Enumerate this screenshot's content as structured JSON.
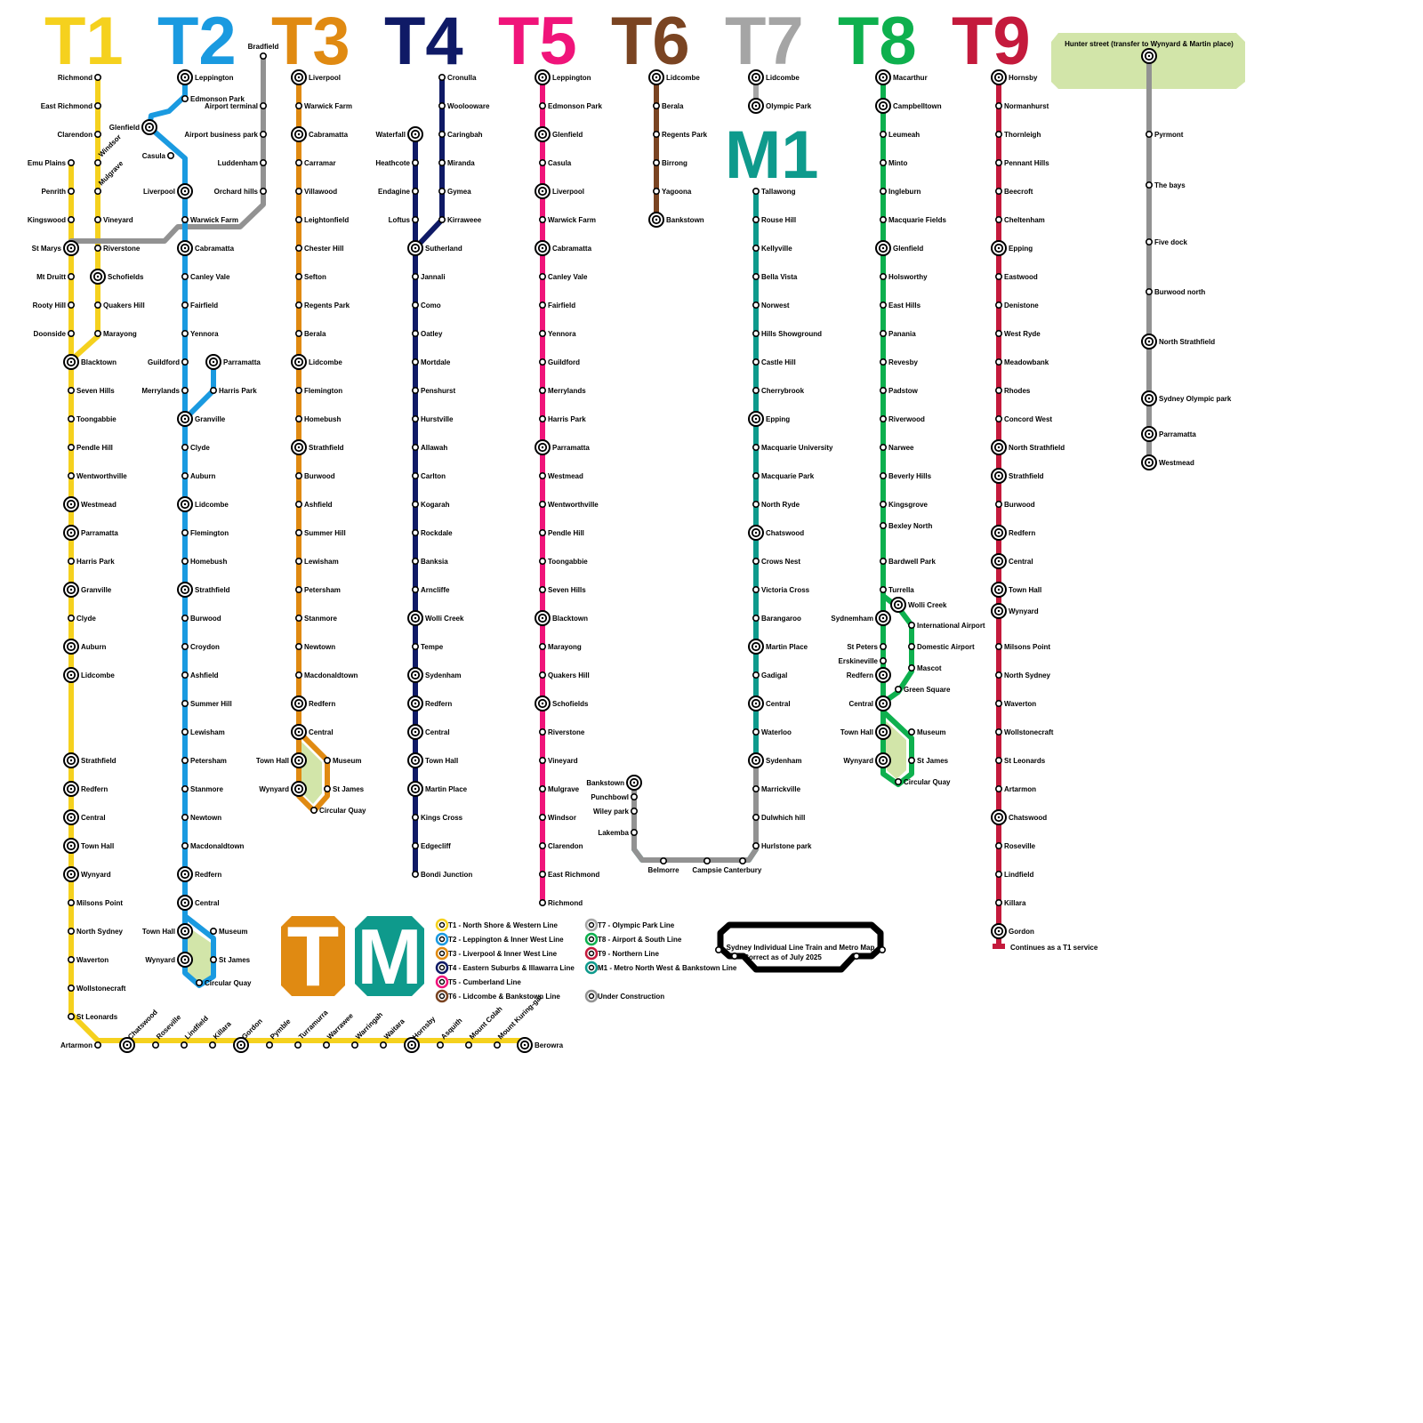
{
  "map_title": "Sydney Individual Line Train and Metro Map",
  "map_subtitle": "Correct as of July 2025",
  "colors": {
    "T1": "#f5d11e",
    "T2": "#1a9ae0",
    "T3": "#e08a12",
    "T4": "#0f1a66",
    "T5": "#f0147a",
    "T6": "#7a4422",
    "T7": "#a5a5a5",
    "T8": "#0eb04e",
    "T9": "#c41a3c",
    "M1": "#0e9a8c",
    "construction": "#929292",
    "loop_fill": "#d2e5a9"
  },
  "line_titles": [
    "T1",
    "T2",
    "T3",
    "T4",
    "T5",
    "T6",
    "T7",
    "M1",
    "T8",
    "T9"
  ],
  "logos": {
    "train_letter": "T",
    "metro_letter": "M"
  },
  "legend": [
    {
      "key": "T1",
      "label": "T1 - North Shore & Western Line"
    },
    {
      "key": "T2",
      "label": "T2 - Leppington & Inner West Line"
    },
    {
      "key": "T3",
      "label": "T3 - Liverpool & Inner West Line"
    },
    {
      "key": "T4",
      "label": "T4 - Eastern Suburbs & Illawarra Line"
    },
    {
      "key": "T5",
      "label": "T5 - Cumberland Line"
    },
    {
      "key": "T6",
      "label": "T6 - Lidcombe & Bankstown Line"
    },
    {
      "key": "T7",
      "label": "T7 - Olympic Park Line"
    },
    {
      "key": "T8",
      "label": "T8 - Airport & South Line"
    },
    {
      "key": "T9",
      "label": "T9 - Northern Line"
    },
    {
      "key": "M1",
      "label": "M1 - Metro North West & Bankstown Line"
    },
    {
      "key": "construction",
      "label": "Under Construction"
    }
  ],
  "t9_note": "Continues as a T1 service",
  "lines": {
    "T1_north": [
      "Richmond",
      "East Richmond",
      "Clarendon",
      "Windsor",
      "Mulgrave",
      "Vineyard",
      "Riverstone",
      "Schofields",
      "Quakers Hill",
      "Marayong"
    ],
    "T1_west": [
      "Emu Plains",
      "Penrith",
      "Kingswood",
      "St Marys",
      "Mt Druitt",
      "Rooty Hill",
      "Doonside"
    ],
    "T1_main": [
      "Blacktown",
      "Seven Hills",
      "Toongabbie",
      "Pendle Hill",
      "Wentworthville",
      "Westmead",
      "Parramatta",
      "Harris Park",
      "Granville",
      "Clyde",
      "Auburn",
      "Lidcombe",
      "Strathfield",
      "Redfern",
      "Central",
      "Town Hall",
      "Wynyard",
      "Milsons Point",
      "North Sydney",
      "Waverton",
      "Wollstonecraft",
      "St Leonards",
      "Artarmon"
    ],
    "T1_shore": [
      "Chatswood",
      "Roseville",
      "Lindfield",
      "Killara",
      "Gordon",
      "Pymble",
      "Turramurra",
      "Warrawee",
      "Warringah",
      "Waitara",
      "Hornsby",
      "Asquith",
      "Mount Colah",
      "Mount Kuring-gai",
      "Berowra"
    ],
    "T2": [
      "Leppington",
      "Edmonson Park",
      "Glenfield",
      "Casula",
      "Liverpool",
      "Warwick Farm",
      "Cabramatta",
      "Canley Vale",
      "Fairfield",
      "Yennora",
      "Guildford",
      "Merrylands",
      "Parramatta",
      "Harris Park",
      "Granville",
      "Clyde",
      "Auburn",
      "Lidcombe",
      "Flemington",
      "Homebush",
      "Strathfield",
      "Burwood",
      "Croydon",
      "Ashfield",
      "Summer Hill",
      "Lewisham",
      "Petersham",
      "Stanmore",
      "Newtown",
      "Macdonaldtown",
      "Redfern",
      "Central",
      "Town Hall",
      "Museum",
      "Wynyard",
      "St James",
      "Circular Quay"
    ],
    "airport_branch": [
      "Bradfield",
      "Airport terminal",
      "Airport business park",
      "Luddenham",
      "Orchard hills"
    ],
    "T3": [
      "Liverpool",
      "Warwick Farm",
      "Cabramatta",
      "Carramar",
      "Villawood",
      "Leightonfield",
      "Chester Hill",
      "Sefton",
      "Regents Park",
      "Berala",
      "Lidcombe",
      "Flemington",
      "Homebush",
      "Strathfield",
      "Burwood",
      "Ashfield",
      "Summer Hill",
      "Lewisham",
      "Petersham",
      "Stanmore",
      "Newtown",
      "Macdonaldtown",
      "Redfern",
      "Central",
      "Town Hall",
      "Museum",
      "Wynyard",
      "St James",
      "Circular Quay"
    ],
    "T4_cronulla": [
      "Cronulla",
      "Woolooware",
      "Caringbah",
      "Miranda",
      "Gymea",
      "Kirraweee"
    ],
    "T4_waterfall": [
      "Waterfall",
      "Heathcote",
      "Endagine",
      "Loftus"
    ],
    "T4_main": [
      "Sutherland",
      "Jannali",
      "Como",
      "Oatley",
      "Mortdale",
      "Penshurst",
      "Hurstville",
      "Allawah",
      "Carlton",
      "Kogarah",
      "Rockdale",
      "Banksia",
      "Arncliffe",
      "Wolli Creek",
      "Tempe",
      "Sydenham",
      "Redfern",
      "Central",
      "Town Hall",
      "Martin Place",
      "Kings Cross",
      "Edgecliff",
      "Bondi Junction"
    ],
    "T5": [
      "Leppington",
      "Edmonson Park",
      "Glenfield",
      "Casula",
      "Liverpool",
      "Warwick Farm",
      "Cabramatta",
      "Canley Vale",
      "Fairfield",
      "Yennora",
      "Guildford",
      "Merrylands",
      "Harris Park",
      "Parramatta",
      "Westmead",
      "Wentworthville",
      "Pendle Hill",
      "Toongabbie",
      "Seven Hills",
      "Blacktown",
      "Marayong",
      "Quakers Hill",
      "Schofields",
      "Riverstone",
      "Vineyard",
      "Mulgrave",
      "Windsor",
      "Clarendon",
      "East Richmond",
      "Richmond"
    ],
    "T6": [
      "Lidcombe",
      "Berala",
      "Regents Park",
      "Birrong",
      "Yagoona",
      "Bankstown"
    ],
    "T7": [
      "Lidcombe",
      "Olympic Park"
    ],
    "M1": [
      "Tallawong",
      "Rouse Hill",
      "Kellyville",
      "Bella Vista",
      "Norwest",
      "Hills Showground",
      "Castle Hill",
      "Cherrybrook",
      "Epping",
      "Macquarie University",
      "Macquarie Park",
      "North Ryde",
      "Chatswood",
      "Crows Nest",
      "Victoria Cross",
      "Barangaroo",
      "Martin Place",
      "Gadigal",
      "Central",
      "Waterloo",
      "Sydenham",
      "Marrickville",
      "Dulwhich hill",
      "Hurlstone park"
    ],
    "M1_ext": [
      "Bankstown",
      "Punchbowl",
      "Wiley park",
      "Lakemba",
      "Belmorre",
      "Campsie",
      "Canterbury"
    ],
    "T8_main": [
      "Macarthur",
      "Campbelltown",
      "Leumeah",
      "Minto",
      "Ingleburn",
      "Macquarie Fields",
      "Glenfield",
      "Holsworthy",
      "East Hills",
      "Panania",
      "Revesby",
      "Padstow",
      "Riverwood",
      "Narwee",
      "Beverly Hills",
      "Kingsgrove",
      "Bexley North",
      "Bardwell Park",
      "Turrella"
    ],
    "T8_airport": [
      "Wolli Creek",
      "International Airport",
      "Domestic Airport",
      "Mascot",
      "Green Square"
    ],
    "T8_city": [
      "Sydnemham",
      "St Peters",
      "Erskineville",
      "Redfern",
      "Central",
      "Town Hall",
      "Museum",
      "Wynyard",
      "St James",
      "Circular Quay"
    ],
    "T9": [
      "Hornsby",
      "Normanhurst",
      "Thornleigh",
      "Pennant Hills",
      "Beecroft",
      "Cheltenham",
      "Epping",
      "Eastwood",
      "Denistone",
      "West Ryde",
      "Meadowbank",
      "Rhodes",
      "Concord West",
      "North Strathfield",
      "Strathfield",
      "Burwood",
      "Redfern",
      "Central",
      "Town Hall",
      "Wynyard",
      "Milsons Point",
      "North Sydney",
      "Waverton",
      "Wollstonecraft",
      "St Leonards",
      "Artarmon",
      "Chatswood",
      "Roseville",
      "Lindfield",
      "Killara",
      "Gordon"
    ],
    "metro_west": [
      "Hunter street (transfer to Wynyard & Martin place)",
      "Pyrmont",
      "The bays",
      "Five dock",
      "Burwood north",
      "North Strathfield",
      "Sydney Olympic park",
      "Parramatta",
      "Westmead"
    ]
  }
}
